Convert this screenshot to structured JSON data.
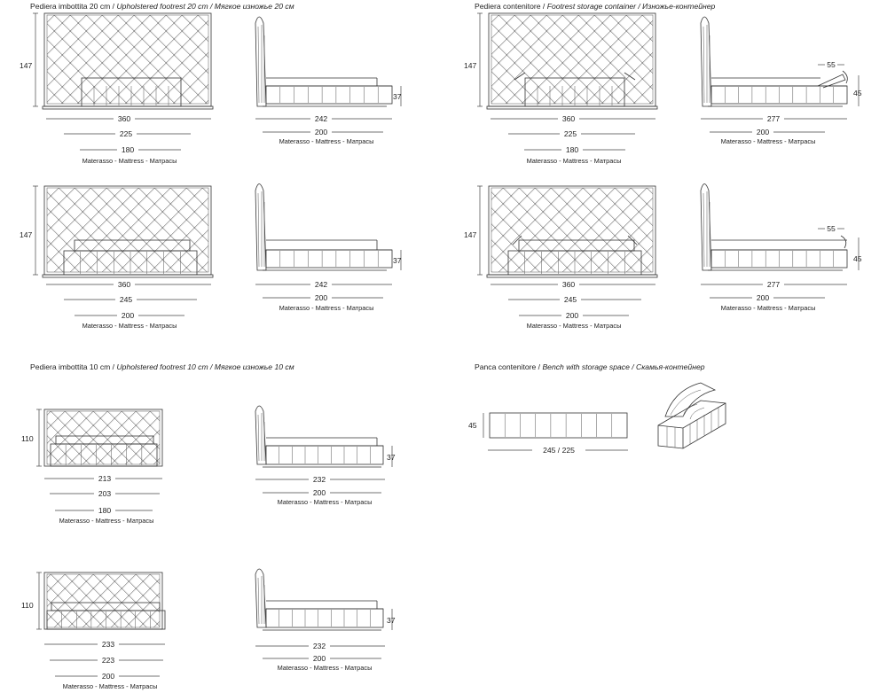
{
  "sections": [
    {
      "id": "s1",
      "title_it": "Pediera imbottita 20 cm",
      "title_rest": "Upholstered footrest 20 cm / Мягкое изножье 20 см"
    },
    {
      "id": "s2",
      "title_it": "Pediera contenitore",
      "title_rest": "Footrest storage container / Изножье-контейнер"
    },
    {
      "id": "s3",
      "title_it": "Pediera imbottita 10 cm",
      "title_rest": "Upholstered footrest 10 cm / Мягкое изножье 10 см"
    },
    {
      "id": "s4",
      "title_it": "Panca contenitore",
      "title_rest": "Bench with storage space / Скамья-контейнер"
    }
  ],
  "mattress_caption": "Materasso - Mattress - Матрасы",
  "groups": [
    {
      "id": "g1",
      "front": {
        "height": "147",
        "width": "360",
        "inner": "225",
        "mattress": "180"
      },
      "side": {
        "length": "242",
        "mattress": "200",
        "height": "37"
      }
    },
    {
      "id": "g2",
      "front": {
        "height": "147",
        "width": "360",
        "inner": "245",
        "mattress": "200"
      },
      "side": {
        "length": "242",
        "mattress": "200",
        "height": "37"
      }
    },
    {
      "id": "g3",
      "front": {
        "height": "147",
        "width": "360",
        "inner": "225",
        "mattress": "180"
      },
      "side": {
        "length": "277",
        "mattress": "200",
        "height": "45",
        "opening": "55"
      }
    },
    {
      "id": "g4",
      "front": {
        "height": "147",
        "width": "360",
        "inner": "245",
        "mattress": "200"
      },
      "side": {
        "length": "277",
        "mattress": "200",
        "height": "45",
        "opening": "55"
      }
    },
    {
      "id": "g5",
      "front": {
        "height": "110",
        "width": "213",
        "inner": "203",
        "mattress": "180"
      },
      "side": {
        "length": "232",
        "mattress": "200",
        "height": "37"
      }
    },
    {
      "id": "g6",
      "front": {
        "height": "110",
        "width": "233",
        "inner": "223",
        "mattress": "200"
      },
      "side": {
        "length": "232",
        "mattress": "200",
        "height": "37"
      }
    }
  ],
  "bench": {
    "height": "45",
    "width": "245 / 225"
  }
}
